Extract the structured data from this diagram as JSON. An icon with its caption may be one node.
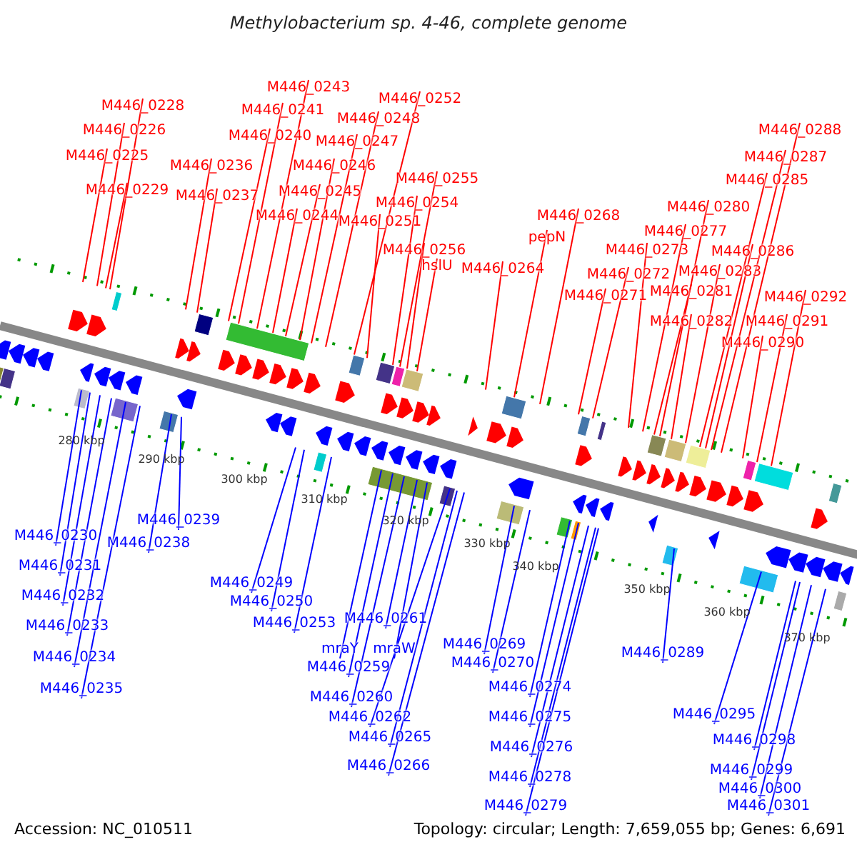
{
  "diagram": {
    "title": "Methylobacterium sp. 4-46, complete genome",
    "nodes": [
      {
        "text": [
          "M446_0228"
        ]
      },
      {
        "text": [
          "M446_0226"
        ]
      },
      {
        "text": [
          "M446_0225"
        ]
      },
      {
        "text": [
          "M446_0229"
        ]
      },
      {
        "text": [
          "M446_0243"
        ]
      },
      {
        "text": [
          "M446_0241"
        ]
      },
      {
        "text": [
          "M446_0240"
        ]
      },
      {
        "text": [
          "M446_0236"
        ]
      },
      {
        "text": [
          "M446_0237"
        ]
      },
      {
        "text": [
          "M446_0252"
        ]
      },
      {
        "text": [
          "M446_0248"
        ]
      },
      {
        "text": [
          "M446_0247"
        ]
      },
      {
        "text": [
          "M446_0246"
        ]
      },
      {
        "text": [
          "M446_0245"
        ]
      },
      {
        "text": [
          "M446_0244"
        ]
      },
      {
        "text": [
          "M446_0255"
        ]
      },
      {
        "text": [
          "M446_0254"
        ]
      },
      {
        "text": [
          "M446_0251"
        ]
      },
      {
        "text": [
          "M446_0256"
        ]
      },
      {
        "text": [
          "hslU"
        ]
      },
      {
        "text": [
          "M446_0264"
        ]
      },
      {
        "text": [
          "pepN"
        ]
      },
      {
        "text": [
          "M446_0268"
        ]
      },
      {
        "text": [
          "M446_0288"
        ]
      },
      {
        "text": [
          "M446_0287"
        ]
      },
      {
        "text": [
          "M446_0285"
        ]
      },
      {
        "text": [
          "M446_0280"
        ]
      },
      {
        "text": [
          "M446_0277"
        ]
      },
      {
        "text": [
          "M446_0273"
        ]
      },
      {
        "text": [
          "M446_0286"
        ]
      },
      {
        "text": [
          "M446_0272"
        ]
      },
      {
        "text": [
          "M446_0283"
        ]
      },
      {
        "text": [
          "M446_0281"
        ]
      },
      {
        "text": [
          "M446_0271"
        ]
      },
      {
        "text": [
          "M446_0292"
        ]
      },
      {
        "text": [
          "M446_0282"
        ]
      },
      {
        "text": [
          "M446_0291"
        ]
      },
      {
        "text": [
          "M446_0290"
        ]
      },
      {
        "text": [
          "M446_0230"
        ]
      },
      {
        "text": [
          "M446_0231"
        ]
      },
      {
        "text": [
          "M446_0232"
        ]
      },
      {
        "text": [
          "M446_0233"
        ]
      },
      {
        "text": [
          "M446_0234"
        ]
      },
      {
        "text": [
          "M446_0235"
        ]
      },
      {
        "text": [
          "M446_0239"
        ]
      },
      {
        "text": [
          "M446_0238"
        ]
      },
      {
        "text": [
          "M446_0249"
        ]
      },
      {
        "text": [
          "M446_0250"
        ]
      },
      {
        "text": [
          "M446_0253"
        ]
      },
      {
        "text": [
          "M446_0261"
        ]
      },
      {
        "text": [
          "mraY"
        ]
      },
      {
        "text": [
          "mraW"
        ]
      },
      {
        "text": [
          "M446_0259"
        ]
      },
      {
        "text": [
          "M446_0260"
        ]
      },
      {
        "text": [
          "M446_0262"
        ]
      },
      {
        "text": [
          "M446_0265"
        ]
      },
      {
        "text": [
          "M446_0266"
        ]
      },
      {
        "text": [
          "M446_0269"
        ]
      },
      {
        "text": [
          "M446_0270"
        ]
      },
      {
        "text": [
          "M446_0274"
        ]
      },
      {
        "text": [
          "M446_0275"
        ]
      },
      {
        "text": [
          "M446_0276"
        ]
      },
      {
        "text": [
          "M446_0278"
        ]
      },
      {
        "text": [
          "M446_0279"
        ]
      },
      {
        "text": [
          "M446_0289"
        ]
      },
      {
        "text": [
          "M446_0295"
        ]
      },
      {
        "text": [
          "M446_0298"
        ]
      },
      {
        "text": [
          "M446_0299"
        ]
      },
      {
        "text": [
          "M446_0300"
        ]
      },
      {
        "text": [
          "M446_0301"
        ]
      }
    ],
    "edges": [
      {
        "from": 0,
        "to": null,
        "arrow": "none"
      },
      {
        "from": 1,
        "to": null,
        "arrow": "none"
      },
      {
        "from": 2,
        "to": null,
        "arrow": "none"
      },
      {
        "from": 3,
        "to": null,
        "arrow": "none"
      },
      {
        "from": 4,
        "to": null,
        "arrow": "none"
      },
      {
        "from": 5,
        "to": null,
        "arrow": "none"
      },
      {
        "from": 6,
        "to": null,
        "arrow": "none"
      },
      {
        "from": 7,
        "to": null,
        "arrow": "none"
      },
      {
        "from": 8,
        "to": null,
        "arrow": "none"
      },
      {
        "from": 9,
        "to": null,
        "arrow": "none"
      },
      {
        "from": 10,
        "to": null,
        "arrow": "none"
      },
      {
        "from": 11,
        "to": null,
        "arrow": "none"
      },
      {
        "from": 12,
        "to": null,
        "arrow": "none"
      },
      {
        "from": 13,
        "to": null,
        "arrow": "none"
      },
      {
        "from": 14,
        "to": null,
        "arrow": "none"
      },
      {
        "from": 15,
        "to": null,
        "arrow": "none"
      },
      {
        "from": 16,
        "to": null,
        "arrow": "none"
      },
      {
        "from": 17,
        "to": null,
        "arrow": "none"
      },
      {
        "from": 18,
        "to": null,
        "arrow": "none"
      },
      {
        "from": 19,
        "to": null,
        "arrow": "none"
      },
      {
        "from": 20,
        "to": null,
        "arrow": "none"
      },
      {
        "from": 21,
        "to": null,
        "arrow": "none"
      },
      {
        "from": 22,
        "to": null,
        "arrow": "none"
      },
      {
        "from": 23,
        "to": null,
        "arrow": "none"
      },
      {
        "from": 24,
        "to": null,
        "arrow": "none"
      },
      {
        "from": 25,
        "to": null,
        "arrow": "none"
      },
      {
        "from": 26,
        "to": null,
        "arrow": "none"
      },
      {
        "from": 27,
        "to": null,
        "arrow": "none"
      },
      {
        "from": 28,
        "to": null,
        "arrow": "none"
      },
      {
        "from": 29,
        "to": null,
        "arrow": "none"
      },
      {
        "from": 30,
        "to": null,
        "arrow": "none"
      },
      {
        "from": 31,
        "to": null,
        "arrow": "none"
      },
      {
        "from": 32,
        "to": null,
        "arrow": "none"
      },
      {
        "from": 33,
        "to": null,
        "arrow": "none"
      },
      {
        "from": 34,
        "to": null,
        "arrow": "none"
      },
      {
        "from": 35,
        "to": null,
        "arrow": "none"
      },
      {
        "from": 36,
        "to": null,
        "arrow": "none"
      },
      {
        "from": 37,
        "to": null,
        "arrow": "none"
      },
      {
        "from": 38,
        "to": null,
        "arrow": "none",
        "color": "#0000ff"
      },
      {
        "from": 39,
        "to": null,
        "arrow": "none",
        "color": "#0000ff"
      },
      {
        "from": 40,
        "to": null,
        "arrow": "none",
        "color": "#0000ff"
      },
      {
        "from": 41,
        "to": null,
        "arrow": "none",
        "color": "#0000ff"
      },
      {
        "from": 42,
        "to": null,
        "arrow": "none",
        "color": "#0000ff"
      },
      {
        "from": 43,
        "to": null,
        "arrow": "none",
        "color": "#0000ff"
      },
      {
        "from": 44,
        "to": null,
        "arrow": "none",
        "color": "#0000ff"
      },
      {
        "from": 45,
        "to": null,
        "arrow": "none",
        "color": "#0000ff"
      },
      {
        "from": 46,
        "to": null,
        "arrow": "none",
        "color": "#0000ff"
      },
      {
        "from": 47,
        "to": null,
        "arrow": "none",
        "color": "#0000ff"
      },
      {
        "from": 48,
        "to": null,
        "arrow": "none",
        "color": "#0000ff"
      },
      {
        "from": 49,
        "to": null,
        "arrow": "none",
        "color": "#0000ff"
      },
      {
        "from": 50,
        "to": null,
        "arrow": "none",
        "color": "#0000ff"
      },
      {
        "from": 51,
        "to": null,
        "arrow": "none",
        "color": "#0000ff"
      },
      {
        "from": 52,
        "to": null,
        "arrow": "none",
        "color": "#0000ff"
      },
      {
        "from": 53,
        "to": null,
        "arrow": "none",
        "color": "#0000ff"
      },
      {
        "from": 54,
        "to": null,
        "arrow": "none",
        "color": "#0000ff"
      },
      {
        "from": 55,
        "to": null,
        "arrow": "none",
        "color": "#0000ff"
      },
      {
        "from": 56,
        "to": null,
        "arrow": "none",
        "color": "#0000ff"
      },
      {
        "from": 57,
        "to": null,
        "arrow": "none",
        "color": "#0000ff"
      },
      {
        "from": 58,
        "to": null,
        "arrow": "none",
        "color": "#0000ff"
      },
      {
        "from": 59,
        "to": null,
        "arrow": "none",
        "color": "#0000ff"
      },
      {
        "from": 60,
        "to": null,
        "arrow": "none",
        "color": "#0000ff"
      },
      {
        "from": 61,
        "to": null,
        "arrow": "none",
        "color": "#0000ff"
      },
      {
        "from": 62,
        "to": null,
        "arrow": "none",
        "color": "#0000ff"
      },
      {
        "from": 63,
        "to": null,
        "arrow": "none",
        "color": "#0000ff"
      },
      {
        "from": 64,
        "to": null,
        "arrow": "none",
        "color": "#0000ff"
      },
      {
        "from": 65,
        "to": null,
        "arrow": "none",
        "color": "#0000ff"
      },
      {
        "from": 66,
        "to": null,
        "arrow": "none",
        "color": "#0000ff"
      },
      {
        "from": 67,
        "to": null,
        "arrow": "none",
        "color": "#0000ff"
      },
      {
        "from": 68,
        "to": null,
        "arrow": "none",
        "color": "#0000ff"
      },
      {
        "from": 69,
        "to": null,
        "arrow": "none",
        "color": "#0000ff"
      }
    ],
    "labels": [
      "280 kbp",
      "290 kbp",
      "300 kbp",
      "310 kbp",
      "320 kbp",
      "330 kbp",
      "340 kbp",
      "350 kbp",
      "360 kbp",
      "370 kbp",
      "Accession: NC_010511",
      "Topology: circular; Length: 7,659,055 bp; Genes: 6,691"
    ]
  }
}
